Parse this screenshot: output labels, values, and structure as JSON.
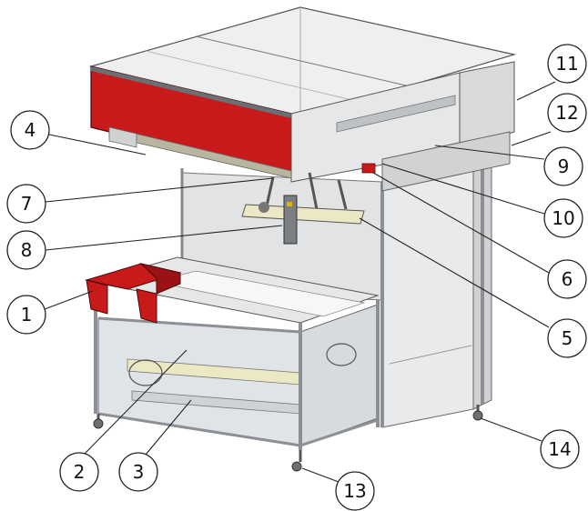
{
  "diagram": {
    "callouts": [
      {
        "id": "c1",
        "number": "1"
      },
      {
        "id": "c2",
        "number": "2"
      },
      {
        "id": "c3",
        "number": "3"
      },
      {
        "id": "c4",
        "number": "4"
      },
      {
        "id": "c5",
        "number": "5"
      },
      {
        "id": "c6",
        "number": "6"
      },
      {
        "id": "c7",
        "number": "7"
      },
      {
        "id": "c8",
        "number": "8"
      },
      {
        "id": "c9",
        "number": "9"
      },
      {
        "id": "c10",
        "number": "10"
      },
      {
        "id": "c11",
        "number": "11"
      },
      {
        "id": "c12",
        "number": "12"
      },
      {
        "id": "c13",
        "number": "13"
      },
      {
        "id": "c14",
        "number": "14"
      }
    ],
    "colors": {
      "panel_red": "#c8191b",
      "panel_red_dark": "#9a1213",
      "frame_gray": "#9a9da2",
      "panel_light": "#e8e9ea",
      "panel_mid": "#d2d4d6",
      "glass": "#dfe4e8",
      "roll_yellow": "#ece8c4"
    }
  }
}
